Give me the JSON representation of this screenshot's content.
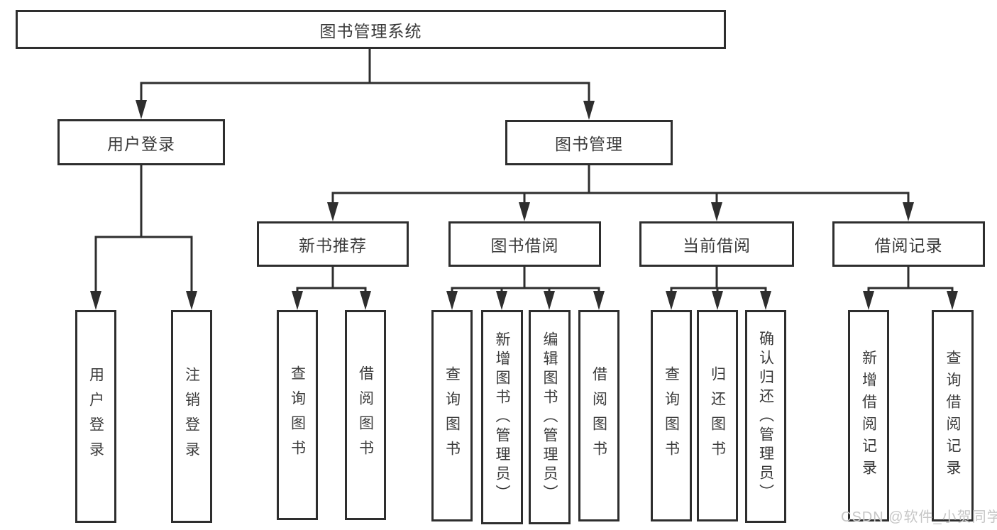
{
  "colors": {
    "line": "#2e2e2e",
    "text": "#3a3a3a",
    "box_bg": "#ffffff",
    "watermark": "#c6c6c6"
  },
  "watermark": {
    "text": "CSDN @软件_小贺同学"
  },
  "tree": {
    "label": "图书管理系统",
    "children": [
      {
        "label": "用户登录",
        "children": [
          {
            "label": "用户登录"
          },
          {
            "label": "注销登录"
          }
        ]
      },
      {
        "label": "图书管理",
        "children": [
          {
            "label": "新书推荐",
            "children": [
              {
                "label": "查询图书"
              },
              {
                "label": "借阅图书"
              }
            ]
          },
          {
            "label": "图书借阅",
            "children": [
              {
                "label": "查询图书"
              },
              {
                "label": "新增图书（管理员）"
              },
              {
                "label": "编辑图书（管理员）"
              },
              {
                "label": "借阅图书"
              }
            ]
          },
          {
            "label": "当前借阅",
            "children": [
              {
                "label": "查询图书"
              },
              {
                "label": "归还图书"
              },
              {
                "label": "确认归还（管理员）"
              }
            ]
          },
          {
            "label": "借阅记录",
            "children": [
              {
                "label": "新增借阅记录"
              },
              {
                "label": "查询借阅记录"
              }
            ]
          }
        ]
      }
    ]
  }
}
